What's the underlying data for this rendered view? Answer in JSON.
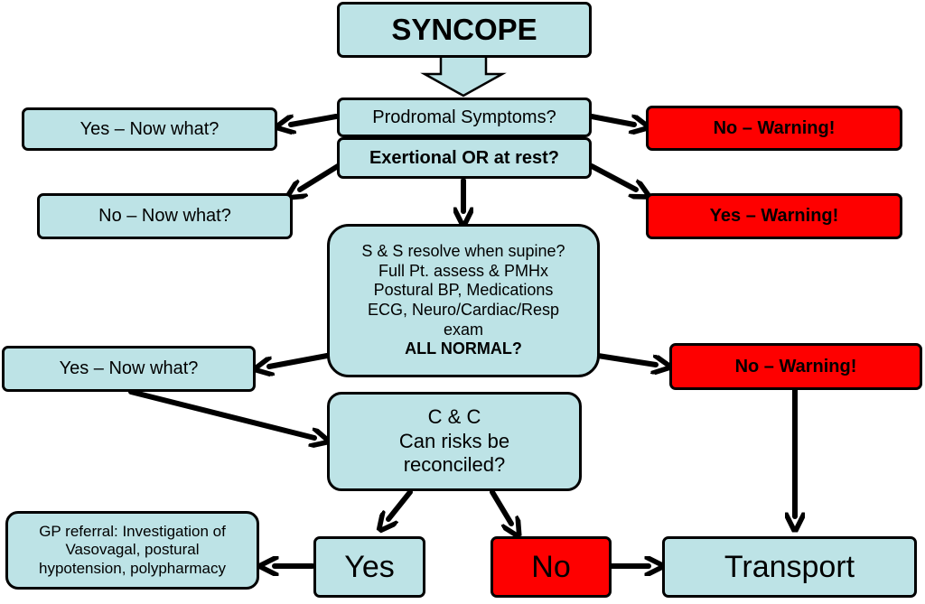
{
  "colors": {
    "box_fill": "#bde3e6",
    "warning_fill": "#fe0000",
    "stroke": "#000000"
  },
  "nodes": {
    "syncope": "SYNCOPE",
    "prodromal": "Prodromal Symptoms?",
    "prodromal_yes": "Yes – Now what?",
    "prodromal_no": "No – Warning!",
    "exertional": "Exertional OR at rest?",
    "exertional_no": "No – Now what?",
    "exertional_yes": "Yes – Warning!",
    "assessment": {
      "line1": "S & S resolve when supine?",
      "line2": "Full Pt. assess & PMHx",
      "line3": "Postural BP, Medications",
      "line4": "ECG, Neuro/Cardiac/Resp",
      "line5": "exam",
      "line6": "ALL NORMAL?"
    },
    "assessment_yes": "Yes – Now what?",
    "assessment_no": "No – Warning!",
    "cc": {
      "line1": "C & C",
      "line2": "Can risks be",
      "line3": "reconciled?"
    },
    "gp_referral": {
      "line1": "GP referral: Investigation of",
      "line2": "Vasovagal, postural",
      "line3": "hypotension, polypharmacy"
    },
    "yes": "Yes",
    "no": "No",
    "transport": "Transport"
  }
}
